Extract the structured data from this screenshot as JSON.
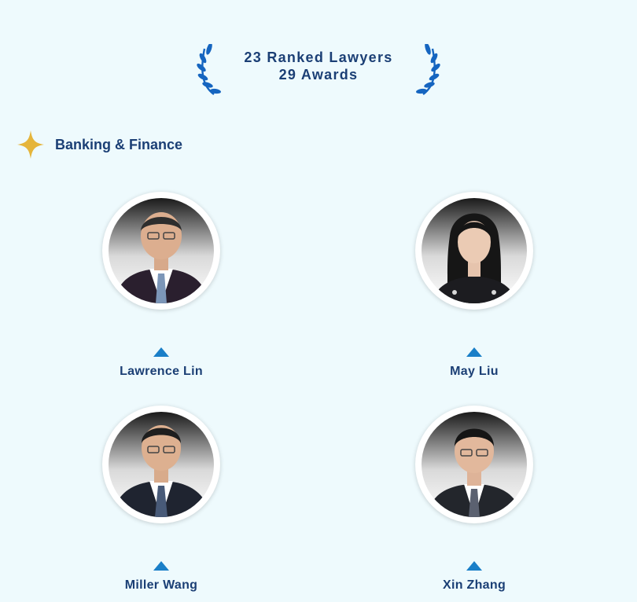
{
  "banner": {
    "line1": "23 Ranked Lawyers",
    "line2": "29 Awards",
    "laurel_color": "#1565c0"
  },
  "section": {
    "title": "Banking & Finance",
    "icon": "sparkle-icon",
    "icon_color": "#e5b53b"
  },
  "lawyers": [
    {
      "name": "Lawrence Lin"
    },
    {
      "name": "May Liu"
    },
    {
      "name": "Miller Wang"
    },
    {
      "name": "Xin Zhang"
    }
  ],
  "colors": {
    "background": "#eefafd",
    "text": "#1b3f75",
    "accent": "#1a7fc8"
  }
}
